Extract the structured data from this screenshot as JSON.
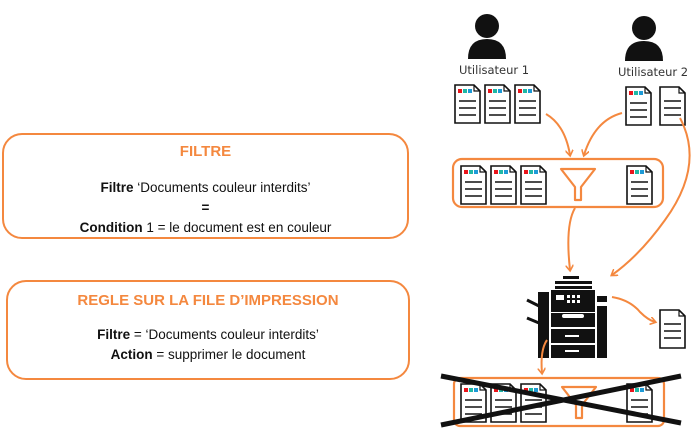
{
  "filter_panel": {
    "title": "FILTRE",
    "line1_bold": "Filtre",
    "line1_text": " ‘Documents couleur interdits’",
    "equals": "=",
    "line3_bold": "Condition",
    "line3_text": " 1 = le document est en couleur"
  },
  "rule_panel": {
    "title": "REGLE SUR LA FILE D’IMPRESSION",
    "line1_bold": "Filtre",
    "line1_text": " = ‘Documents couleur interdits’",
    "line2_bold": "Action",
    "line2_text": " = supprimer le document"
  },
  "users": [
    {
      "label": "Utilisateur 1",
      "documents": [
        "color",
        "color",
        "color"
      ]
    },
    {
      "label": "Utilisateur 2",
      "documents": [
        "color",
        "mono"
      ]
    }
  ],
  "colors": {
    "accent": "#f4883f",
    "doc_red": "#e8151b",
    "doc_teal": "#1fb8a5",
    "doc_blue": "#1d9ad6",
    "ink": "#111111"
  }
}
